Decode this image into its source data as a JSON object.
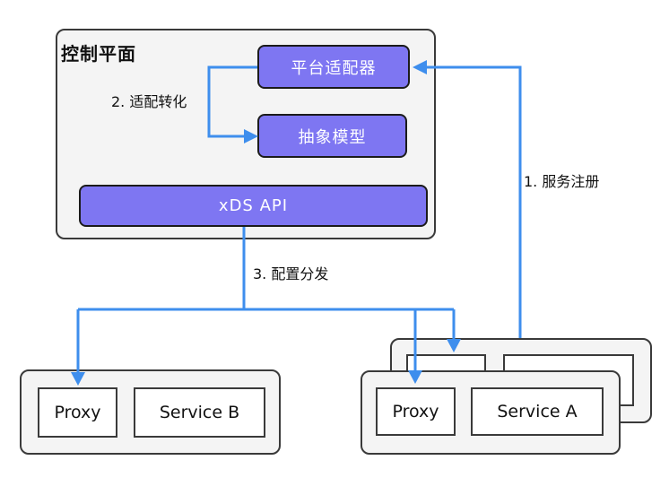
{
  "colors": {
    "node_fill": "#7e76f2",
    "node_border": "#1b1b1b",
    "arrow": "#3e8eed",
    "container_fill": "#f4f4f4",
    "container_border": "#3a3a3a",
    "inner_box_fill": "#ffffff",
    "text": "#111111",
    "node_text": "#ffffff"
  },
  "control_plane": {
    "title": "控制平面",
    "platform_adapter": "平台适配器",
    "abstract_model": "抽象模型",
    "xds_api": "xDS API"
  },
  "edges": {
    "service_registration": "1. 服务注册",
    "adapt_transform": "2. 适配转化",
    "config_distribution": "3. 配置分发"
  },
  "service_b_group": {
    "proxy": "Proxy",
    "service": "Service B"
  },
  "service_a_group": {
    "proxy": "Proxy",
    "service": "Service A"
  }
}
